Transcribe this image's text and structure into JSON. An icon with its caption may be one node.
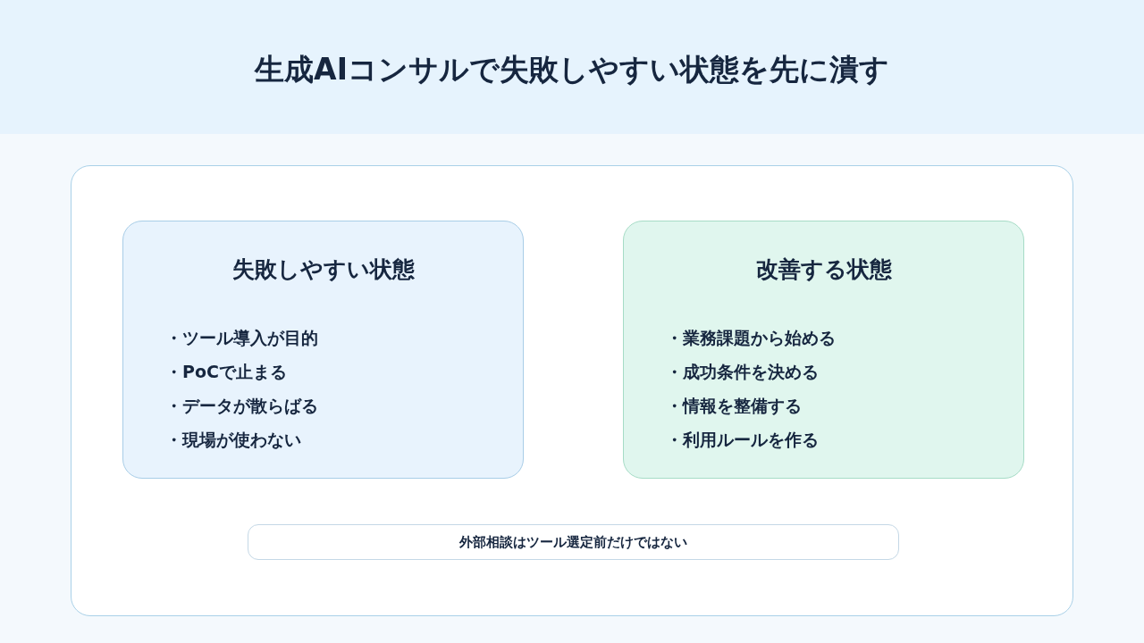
{
  "diagram": {
    "title": "生成AIコンサルで失敗しやすい状態を先に潰す",
    "nodes": [
      {
        "text": [],
        "shape": "box"
      },
      {
        "text": [
          "失敗しやすい状態",
          "・ツール導入が目的",
          "・PoCで止まる",
          "・データが散らばる",
          "・現場が使わない"
        ],
        "in": 0
      },
      {
        "text": [
          "改善する状態",
          "・業務課題から始める",
          "・成功条件を決める",
          "・情報を整備する",
          "・利用ルールを作る"
        ],
        "in": 0
      },
      {
        "text": [
          "外部相談はツール選定前だけではない"
        ],
        "in": 0
      }
    ]
  }
}
